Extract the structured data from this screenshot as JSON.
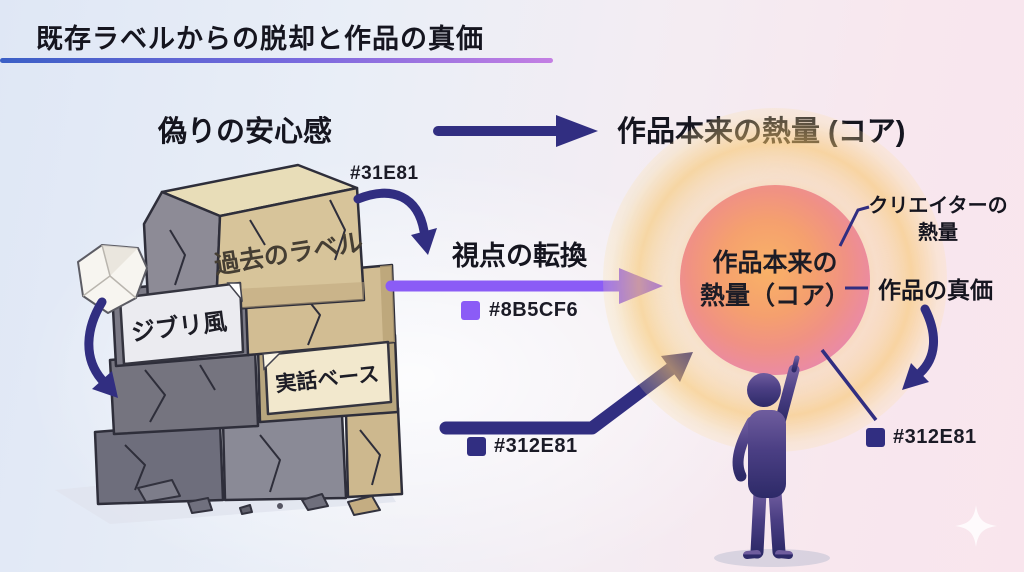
{
  "slide": {
    "title": "既存ラベルからの脱却と作品の真価"
  },
  "flow_header": {
    "from_label": "偽りの安心感",
    "to_label": "作品本来の熱量 (コア)"
  },
  "stone_stack": {
    "top_block_label": "過去のラベル",
    "middle_block_label": "ジブリ風",
    "lower_block_label": "実話ベース"
  },
  "annotations": {
    "top_arrow_hex": "#31E81",
    "transition_title": "視点の転換",
    "purple_arrow_hex": "#8B5CF6",
    "bottom_arrow_hex": "#312E81",
    "right_arrow_hex": "#312E81"
  },
  "core_orb": {
    "label_line1": "作品本来の",
    "label_line2": "熱量（コア）"
  },
  "callouts": {
    "creator_heat_line1": "クリエイターの",
    "creator_heat_line2": "熱量",
    "true_value": "作品の真価"
  },
  "colors": {
    "navy": "#312E81",
    "purple": "#8B5CF6",
    "underline_blue": "#3B5FC6",
    "underline_violet": "#C47FE3",
    "background_left": "#DFE7F5",
    "background_right": "#F9E5ED"
  }
}
